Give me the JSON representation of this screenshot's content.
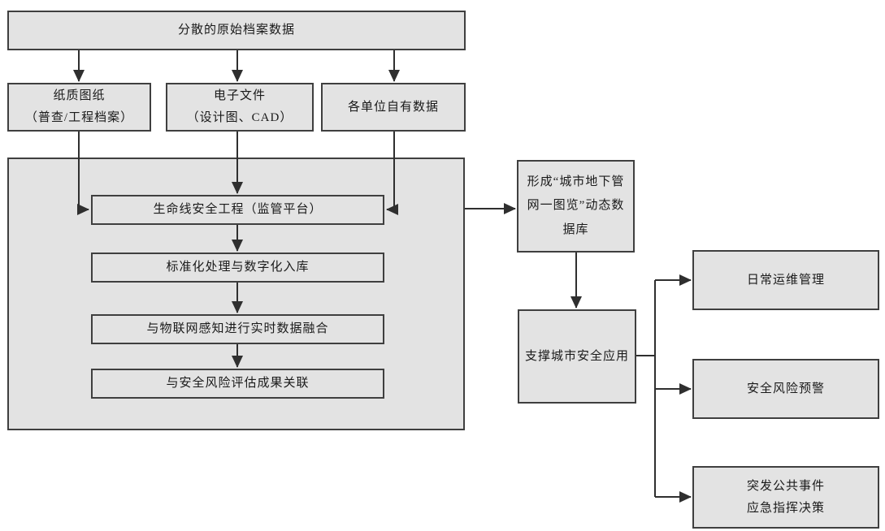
{
  "diagram": {
    "title": "archive-data-integration-flowchart",
    "colors": {
      "canvas_bg": "#ffffff",
      "box_fill": "#e3e3e3",
      "box_border": "#3f3f3f",
      "line_color": "#2f2f2f",
      "text_color": "#1a1a1a"
    },
    "nodes": {
      "source": {
        "label": "分散的原始档案数据"
      },
      "paper": {
        "lines": [
          "纸质图纸",
          "（普查/工程档案）"
        ]
      },
      "efile": {
        "lines": [
          "电子文件",
          "（设计图、CAD）"
        ]
      },
      "own": {
        "label": "各单位自有数据"
      },
      "platform": {
        "label": "生命线安全工程（监管平台）"
      },
      "standard": {
        "label": "标准化处理与数字化入库"
      },
      "iot": {
        "label": "与物联网感知进行实时数据融合"
      },
      "risk": {
        "label": "与安全风险评估成果关联"
      },
      "database": {
        "lines": [
          "形成“城市地下管",
          "网一图览”动态数",
          "据库"
        ]
      },
      "support": {
        "label": "支撑城市安全应用"
      },
      "ops": {
        "label": "日常运维管理"
      },
      "warning": {
        "label": "安全风险预警"
      },
      "emergency": {
        "lines": [
          "突发公共事件",
          "应急指挥决策"
        ]
      }
    }
  }
}
